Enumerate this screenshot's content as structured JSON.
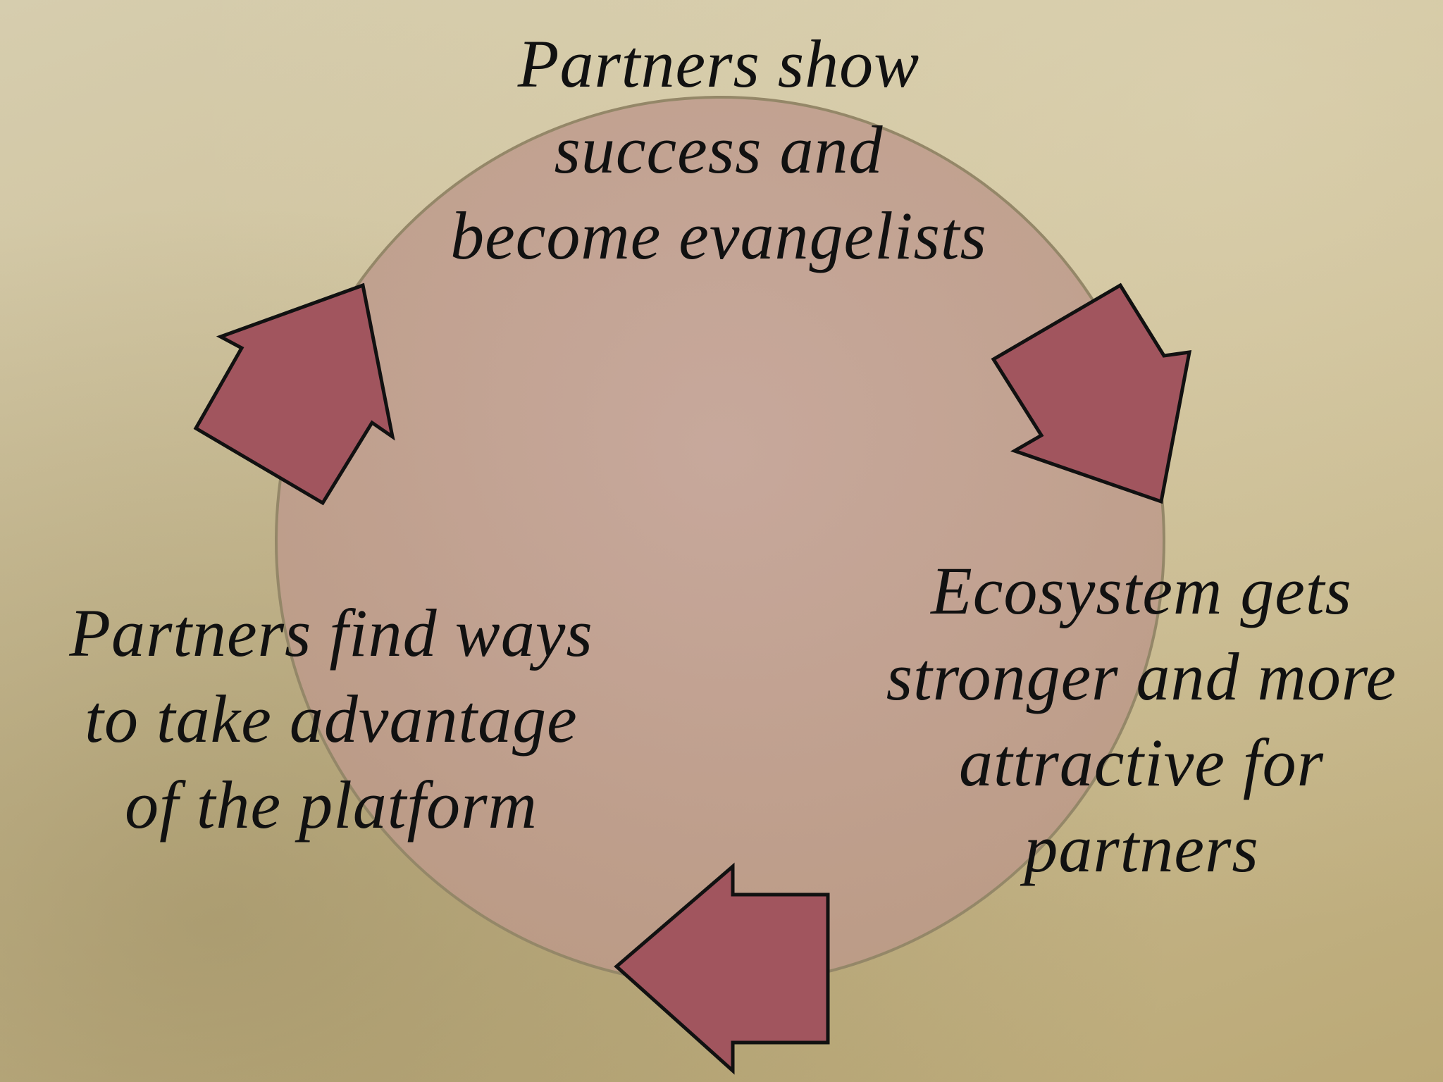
{
  "diagram": {
    "type": "cycle",
    "colors": {
      "background": "#cdbf97",
      "circle_fill": "#c4a195",
      "circle_stroke": "#948768",
      "arrow_fill": "#a1555e",
      "arrow_stroke": "#111111",
      "text": "#111111"
    },
    "stages": [
      {
        "id": "top",
        "lines": [
          "Partners show",
          "success and",
          "become evangelists"
        ]
      },
      {
        "id": "right",
        "lines": [
          "Ecosystem gets",
          "stronger and more",
          "attractive for",
          "partners"
        ]
      },
      {
        "id": "left",
        "lines": [
          "Partners find ways",
          "to take advantage",
          "of the platform"
        ]
      }
    ],
    "arrows": [
      {
        "name": "arrow-top-right",
        "direction": "down-right"
      },
      {
        "name": "arrow-bottom",
        "direction": "left"
      },
      {
        "name": "arrow-left",
        "direction": "up-right"
      }
    ]
  }
}
